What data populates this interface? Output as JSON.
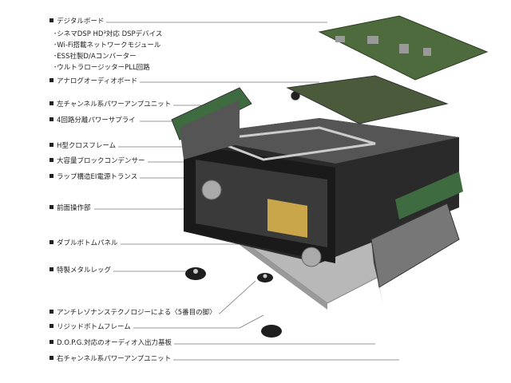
{
  "labels": {
    "digital_board": "デジタルボード",
    "digital_sub": [
      "･シネマDSP HD³対応 DSPデバイス",
      "･Wi-Fi搭載ネットワークモジュール",
      "･ESS社製D/Aコンバーター",
      "･ウルトラロージッターPLL回路"
    ],
    "analog_board": "アナログオーディオボード",
    "left_amp": "左チャンネル系パワーアンプユニット",
    "power_supply": "4回路分離パワーサプライ",
    "h_frame": "H型クロスフレーム",
    "capacitor": "大容量ブロックコンデンサー",
    "transformer": "ラップ構造EI電源トランス",
    "front_panel": "前面操作部",
    "double_bottom": "ダブルボトムパネル",
    "metal_leg": "特製メタルレッグ",
    "fifth_leg": "アンチレゾナンステクノロジーによる〈5番目の脚〉",
    "rigid_frame": "リジッドボトムフレーム",
    "io_board": "D.O.P.G.対応のオーディオ入出力基板",
    "right_amp": "右チャンネル系パワーアンプユニット"
  }
}
